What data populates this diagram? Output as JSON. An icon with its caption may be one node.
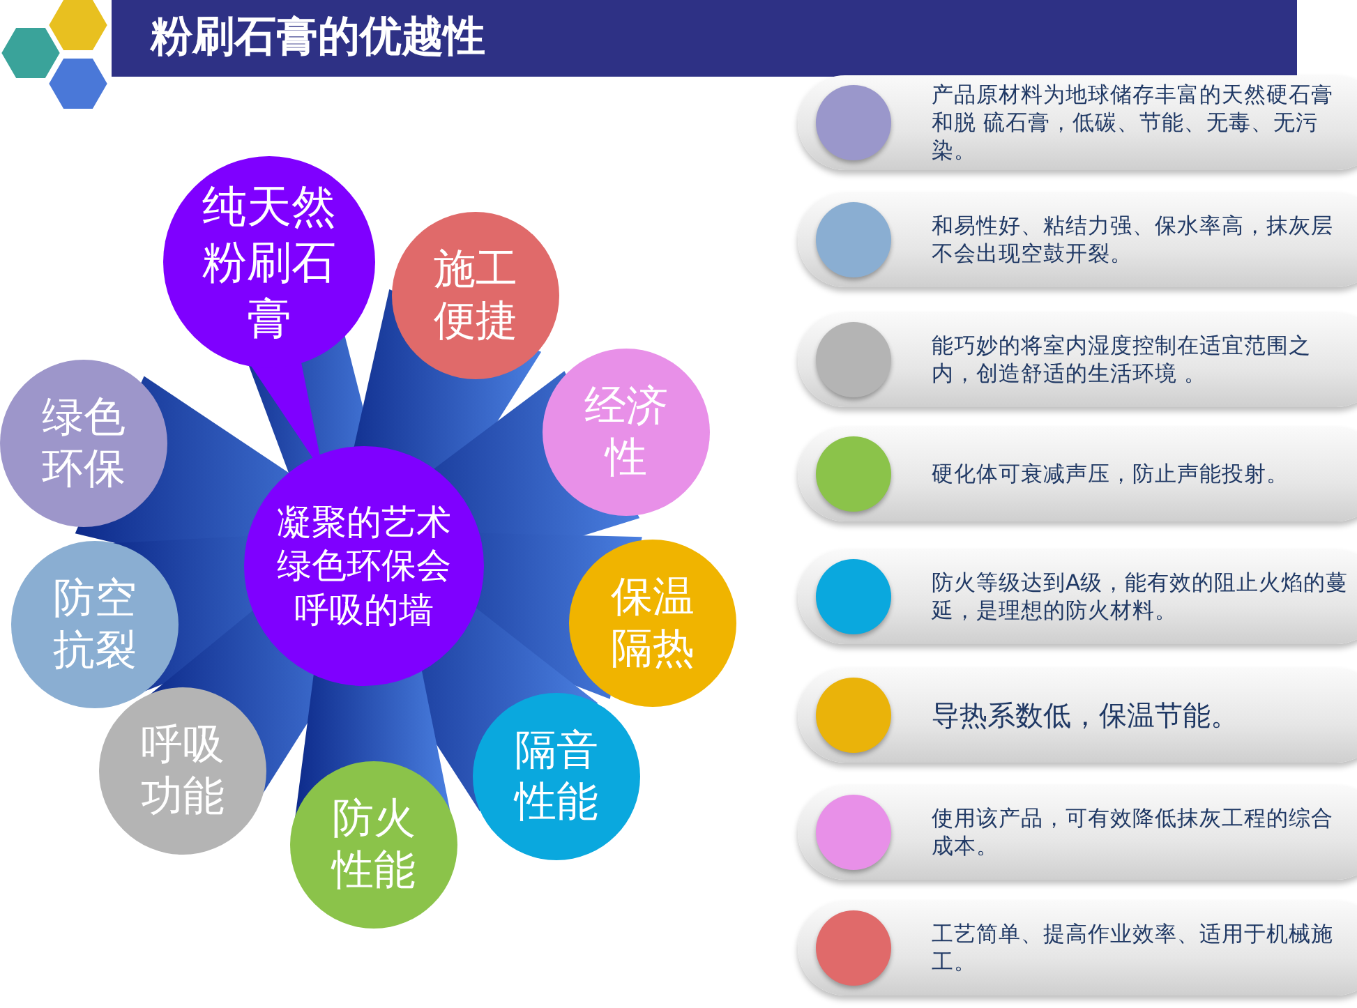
{
  "diagram": {
    "title": "粉刷石膏的优越性",
    "nodes": [
      {
        "text": [
          "纯天然粉刷石膏"
        ]
      },
      {
        "text": [
          "施工便捷"
        ]
      },
      {
        "text": [
          "绿色环保"
        ]
      },
      {
        "text": [
          "经济性"
        ]
      },
      {
        "text": [
          "凝聚的艺术绿色环保会呼吸的墙"
        ]
      },
      {
        "text": [
          "防空抗裂"
        ]
      },
      {
        "text": [
          "保温隔热"
        ]
      },
      {
        "text": [
          "呼吸功能"
        ]
      },
      {
        "text": [
          "隔音性能"
        ]
      },
      {
        "text": [
          "防火性能"
        ]
      },
      {
        "text": [
          "产品原材料为地球储存丰富的天然硬石膏和脱 硫石膏，低碳、节能、无毒、无污染。"
        ]
      },
      {
        "text": [
          "和易性好、粘结力强、保水率高，抹灰层不会出现空鼓开裂。"
        ]
      },
      {
        "text": [
          "能巧妙的将室内湿度控制在适宜范围之内，创造舒适的生活环境 。"
        ]
      },
      {
        "text": [
          "硬化体可衰减声压，防止声能投射。"
        ]
      },
      {
        "text": [
          "防火等级达到A级，能有效的阻止火焰的蔓延，是理想的防火材料。"
        ]
      },
      {
        "text": [
          "导热系数低，保温节能。"
        ]
      },
      {
        "text": [
          "使用该产品，可有效降低抹灰工程的综合成本。"
        ]
      },
      {
        "text": [
          "工艺简单、提高作业效率、适用于机械施工。"
        ]
      }
    ],
    "edges": []
  }
}
